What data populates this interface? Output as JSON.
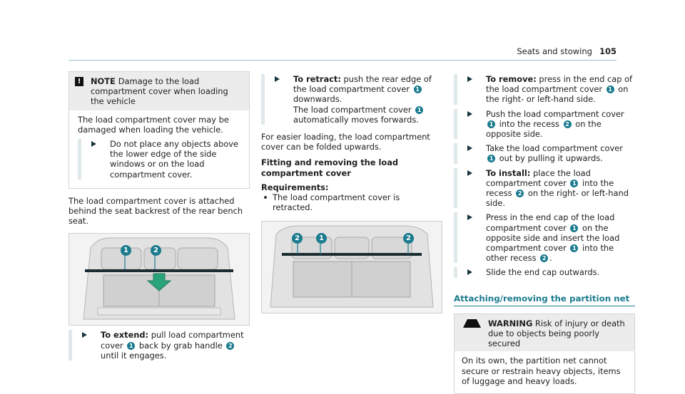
{
  "header": {
    "section": "Seats and stowing",
    "page": "105"
  },
  "col1": {
    "notice_label": "NOTE",
    "notice_title": "Damage to the load compartment cover when loading the vehicle",
    "notice_text": "The load compartment cover may be damaged when loading the vehicle.",
    "notice_step": "Do not place any objects above the lower edge of the side windows or on the load compartment cover.",
    "intro": "The load compartment cover is attached behind the seat backrest of the rear bench seat.",
    "extend_label": "To extend:",
    "extend_a": "pull load compartment cover",
    "extend_b": "back by grab handle",
    "extend_c": "until it engages."
  },
  "col2": {
    "retract_label": "To retract:",
    "retract_a": "push the rear edge of the load compartment cover",
    "retract_b": "downwards.",
    "retract_c": "The load compartment cover",
    "retract_d": "automatically moves forwards.",
    "fold_text": "For easier loading, the load compartment cover can be folded upwards.",
    "heading": "Fitting and removing the load compartment cover",
    "req_label": "Requirements:",
    "req_item": "The load compartment cover is retracted."
  },
  "col3": {
    "remove_label": "To remove:",
    "remove_a": "press in the end cap of the load compartment cover",
    "remove_b": "on the right- or left-hand side.",
    "push_a": "Push the load compartment cover",
    "push_b": "into the recess",
    "push_c": "on the opposite side.",
    "take_a": "Take the load compartment cover",
    "take_b": "out by pulling it upwards.",
    "install_label": "To install:",
    "install_a": "place the load compartment cover",
    "install_b": "into the recess",
    "install_c": "on the right- or left-hand side.",
    "press_a": "Press in the end cap of the load compartment cover",
    "press_b": "on the opposite side and insert the load compartment cover",
    "press_c": "into the other recess",
    "slide": "Slide the end cap outwards.",
    "section_title": "Attaching/removing the partition net",
    "warning_label": "WARNING",
    "warning_title": "Risk of injury or death due to objects being poorly secured",
    "warning_text": "On its own, the partition net cannot secure or restrain heavy objects, items of luggage and heavy loads."
  },
  "callouts": {
    "one": "1",
    "two": "2"
  },
  "colors": {
    "accent": "#1a7b8e",
    "arrow_green": "#2aa37a"
  }
}
